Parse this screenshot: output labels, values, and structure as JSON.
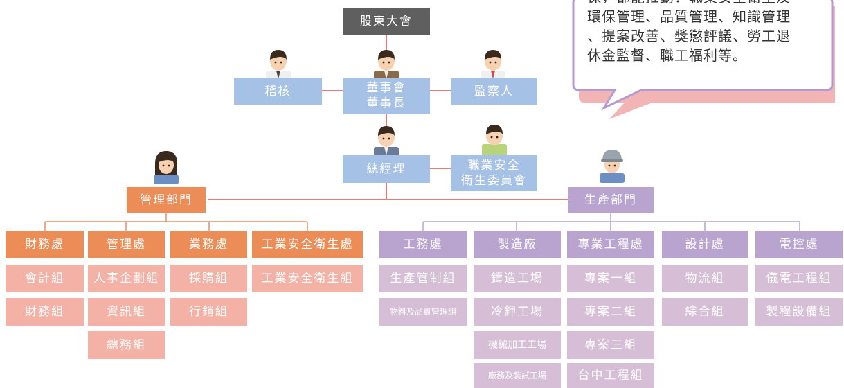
{
  "top": {
    "shareholders": "股東大會",
    "audit": "稽核",
    "board": [
      "董事會",
      "董事長"
    ],
    "supervisor": "監察人",
    "gm": "總經理",
    "safety_committee": [
      "職業安全",
      "衛生委員會"
    ]
  },
  "bubble": {
    "lines": [
      "保，都能推動：職業安全衛生及",
      "環保管理、品質管理、知識管理",
      "、提案改善、獎懲評議、勞工退",
      "休金監督、職工福利等。"
    ]
  },
  "management": {
    "title": "管理部門",
    "divisions": [
      {
        "name": "財務處",
        "groups": [
          "會計組",
          "財務組"
        ]
      },
      {
        "name": "管理處",
        "groups": [
          "人事企劃組",
          "資訊組",
          "總務組"
        ]
      },
      {
        "name": "業務處",
        "groups": [
          "採購組",
          "行銷組"
        ]
      },
      {
        "name": "工業安全衛生處",
        "groups": [
          "工業安全衛生組"
        ]
      }
    ]
  },
  "production": {
    "title": "生產部門",
    "divisions": [
      {
        "name": "工務處",
        "groups": [
          "生產管制組",
          "物料及品質管理組"
        ]
      },
      {
        "name": "製造廠",
        "groups": [
          "鑄造工場",
          "冷鉀工場",
          "機械加工工場",
          "廠務及裝試工場"
        ]
      },
      {
        "name": "專業工程處",
        "groups": [
          "專案一組",
          "專案二組",
          "專案三組",
          "台中工程組"
        ]
      },
      {
        "name": "設計處",
        "groups": [
          "物流組",
          "綜合組"
        ]
      },
      {
        "name": "電控處",
        "groups": [
          "儀電工程組",
          "製程設備組"
        ]
      }
    ]
  },
  "colors": {
    "dark": "#5f5f5f",
    "blue": "#a6c1e6",
    "orange": "#ec8d57",
    "salmon": "#f4b2a6",
    "purple": "#b9a4d0",
    "light_purple": "#d6bed6",
    "connector_red": "#e67b7b",
    "bubble_border": "#b49ad2",
    "bubble_shadow": "#f2b4b4"
  },
  "icons": [
    "person-tie-icon",
    "person-brown-suit-icon",
    "person-red-tie-icon",
    "person-green-shirt-icon",
    "person-hardhat-icon",
    "person-long-hair-icon"
  ]
}
